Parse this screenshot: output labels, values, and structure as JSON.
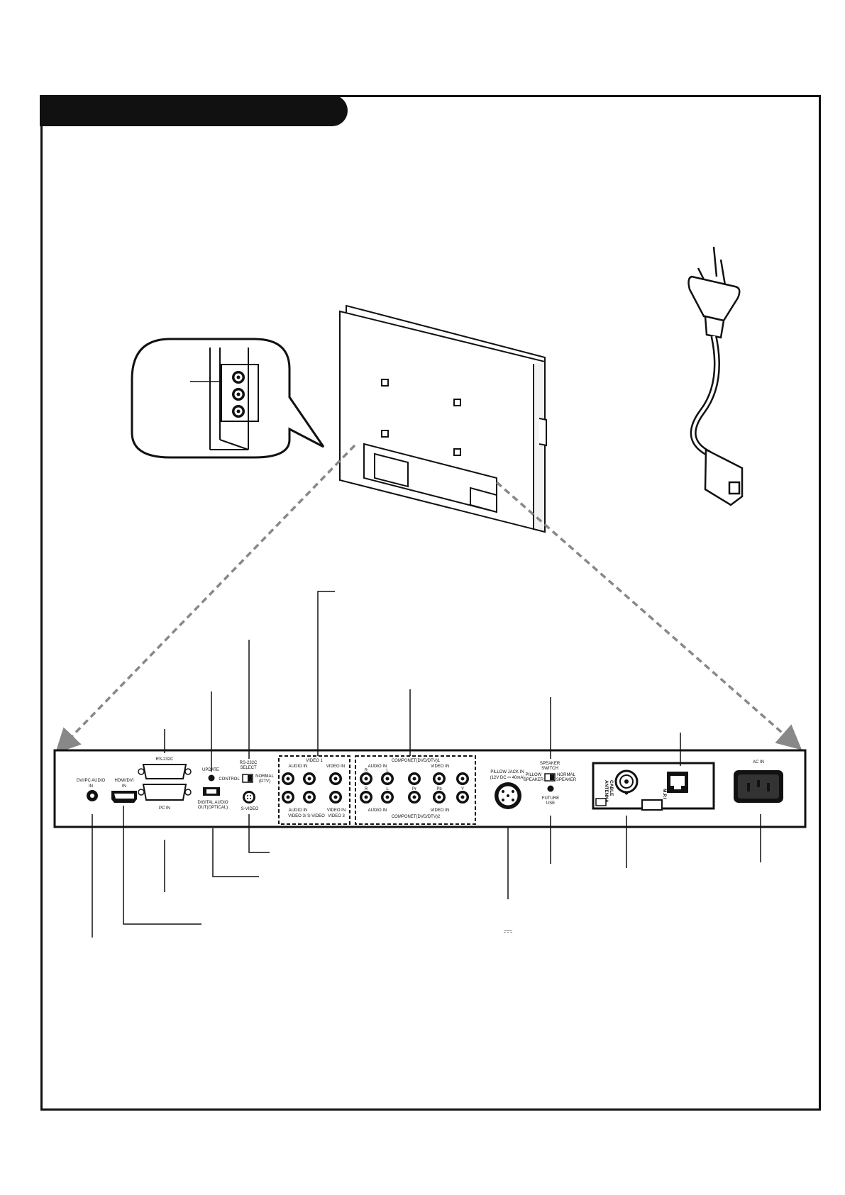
{
  "page": {
    "title": "",
    "footer": ""
  },
  "panel_labels": {
    "rs232c": "RS-232C",
    "dvi_pc_audio": [
      "DVI/PC AUDIO",
      "IN"
    ],
    "hdmi_dvi": [
      "HDMI/DVI",
      "IN"
    ],
    "pc_in": "PC IN",
    "update": "UPDATE",
    "digital_audio": [
      "DIGITAL AUDIO",
      "OUT(OPTICAL)"
    ],
    "rs232c_select": [
      "RS-232C",
      "SELECT"
    ],
    "control": "CONTROL",
    "normal_dtv": [
      "NORMAL",
      "(DTV)"
    ],
    "s_video": "S-VIDEO",
    "video1": "VIDEO 1",
    "audio_in": "AUDIO IN",
    "video_in": "VIDEO IN",
    "video3_svideo": "VIDEO 3/ S-VIDEO",
    "video_in_video3": [
      "VIDEO IN",
      "VIDEO 3"
    ],
    "component1": "COMPONET(DVD/DTV)1",
    "component2": "COMPONET(DVD/DTV)2",
    "r": "R",
    "l": "L",
    "pr": "Pr",
    "pb": "Pb",
    "y": "Y",
    "pillow_jack": [
      "PILLOW JACK IN",
      "(12V DC ⎓ 40mA)"
    ],
    "speaker_switch": [
      "SPEAKER",
      "SWITCH"
    ],
    "pillow_speaker": [
      "PILLOW",
      "SPEAKER"
    ],
    "normal_speaker": [
      "NORMAL",
      "SPEAKER"
    ],
    "future_use": [
      "FUTURE",
      "USE"
    ],
    "antenna_cable": [
      "ANTENNA",
      "CABLE"
    ],
    "mpi": "M.P.I",
    "ac_in": "AC IN"
  },
  "annotations": {
    "dc_symbol": "⎓"
  },
  "colors": {
    "ink": "#111111",
    "arrow": "#888888",
    "panel_fill": "#ffffff"
  }
}
